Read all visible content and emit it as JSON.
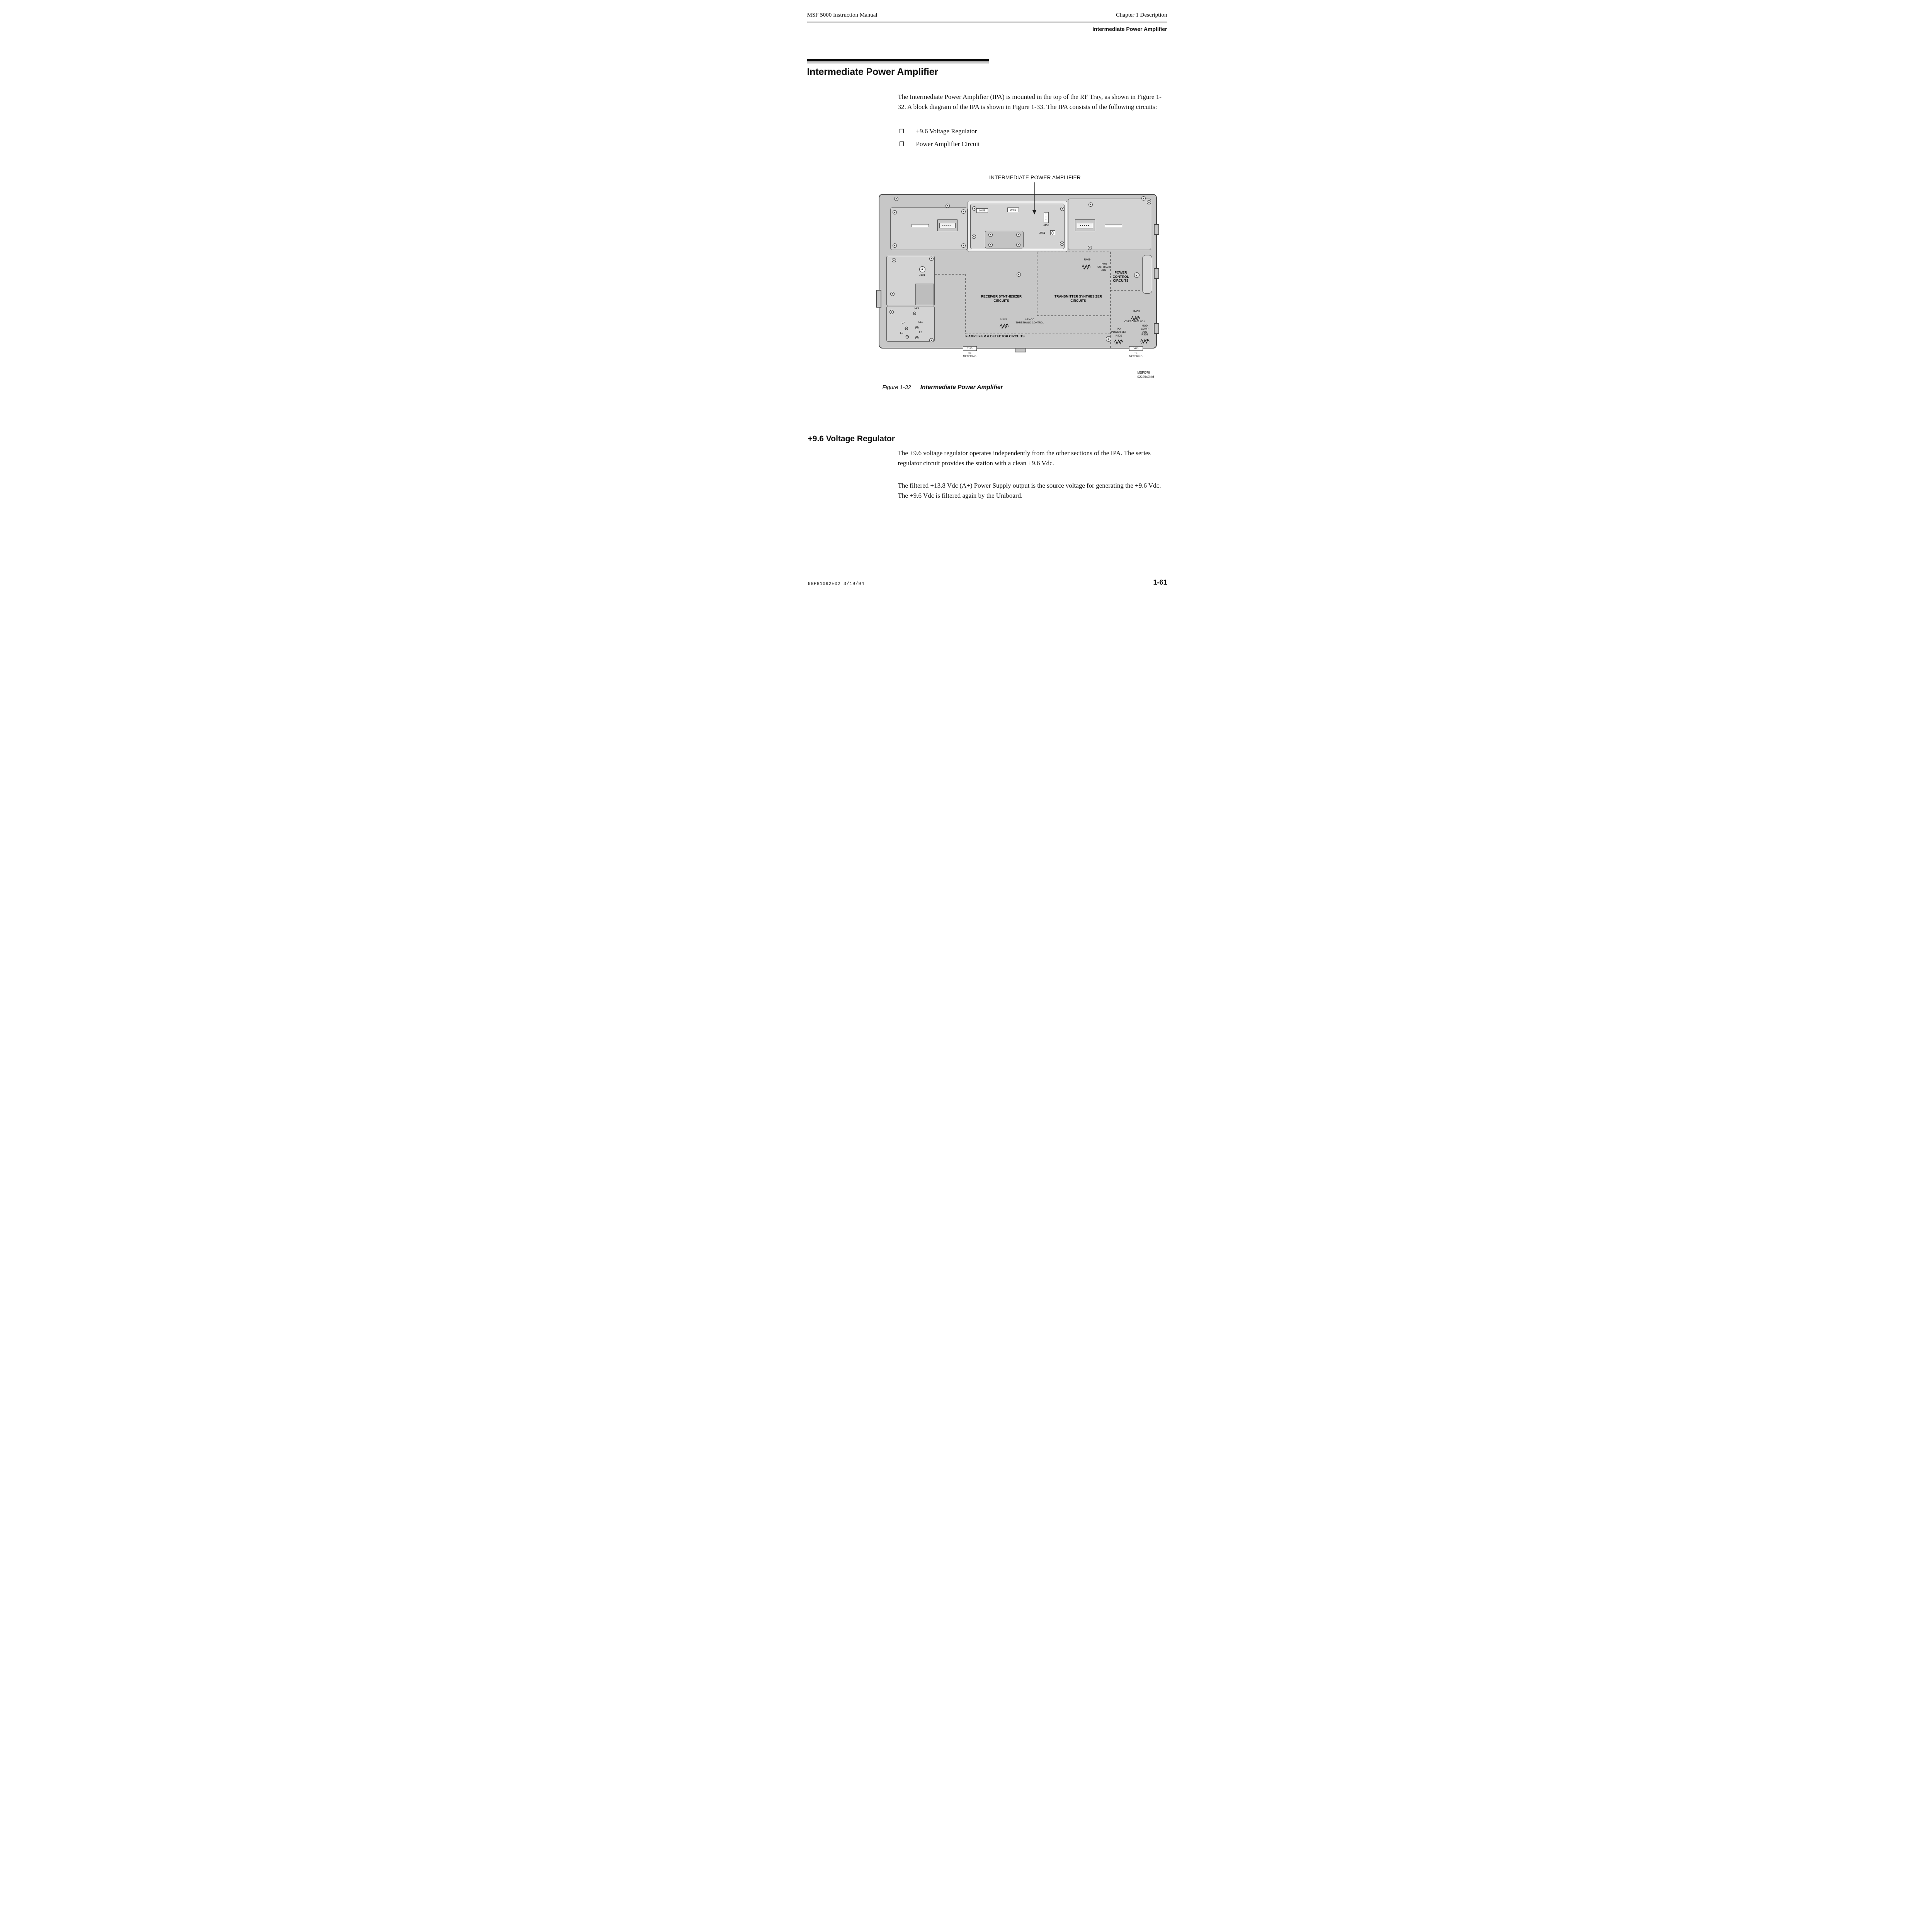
{
  "header": {
    "left": "MSF 5000 Instruction Manual",
    "right": "Chapter 1  Description",
    "subtitle": "Intermediate Power Amplifier"
  },
  "title": "Intermediate Power Amplifier",
  "intro": "The Intermediate Power Amplifier (IPA) is mounted in the top of the RF Tray, as shown in Figure 1-32. A block diagram of the IPA is shown in Figure 1-33. The IPA consists of the following circuits:",
  "bullet_glyph": "❐",
  "bullets": [
    "+9.6 Voltage Regulator",
    "Power Amplifier Circuit"
  ],
  "figure": {
    "callout": "INTERMEDIATE POWER AMPLIFIER",
    "caption_label": "Figure 1-32",
    "caption_title": "Intermediate Power Amplifier",
    "ref_code": "MSFI078\n022294JNM",
    "connector_dots": "•••••",
    "vert_dots": "•\n•\n•",
    "labels": {
      "q456": "Q456",
      "q451": "Q451",
      "j452": "J452",
      "j451": "J451",
      "j101": "J101",
      "l10": "L10",
      "l7": "L7",
      "l11": "L11",
      "l8": "L8",
      "l9": "L9",
      "r409": "R409",
      "pwr_cut_back_adj": "PWR\nCUT BACK\nADJ",
      "power_control_circuits": "POWER\nCONTROL\nCIRCUITS",
      "receiver_synth": "RECEIVER SYNTHESIZER\nCIRCUITS",
      "transmitter_synth": "TRANSMITTER SYNTHESIZER\nCIRCUITS",
      "r191": "R191",
      "if_agc_threshold": "I-F AGC\nTHRESHOLD CONTROL",
      "if_amp_detector": "IF AMPLIFIER & DETECTOR CIRCUITS",
      "r453": "R453",
      "overdrive_adj": "OVERDRIVE ADJ",
      "mod_comp_adj": "MOD\nCOMP\nADJ",
      "r358": "R358",
      "po_power_set": "PO\nPOWER SET",
      "r426": "R426",
      "j210": "J210",
      "rx_metering": "RX\nMETERING",
      "j413": "J413",
      "tx_metering": "TX\nMETERING"
    }
  },
  "section": {
    "heading": "+9.6 Voltage Regulator",
    "para1": "The +9.6 voltage regulator operates independently from the other sections of the IPA. The series regulator circuit provides the station with a clean +9.6 Vdc.",
    "para2": "The filtered +13.8 Vdc (A+) Power Supply output is the source voltage for generating the +9.6 Vdc. The +9.6 Vdc is filtered again by the Uniboard."
  },
  "footer": {
    "left": "68P81092E02   3/19/94",
    "right": "1-61"
  }
}
